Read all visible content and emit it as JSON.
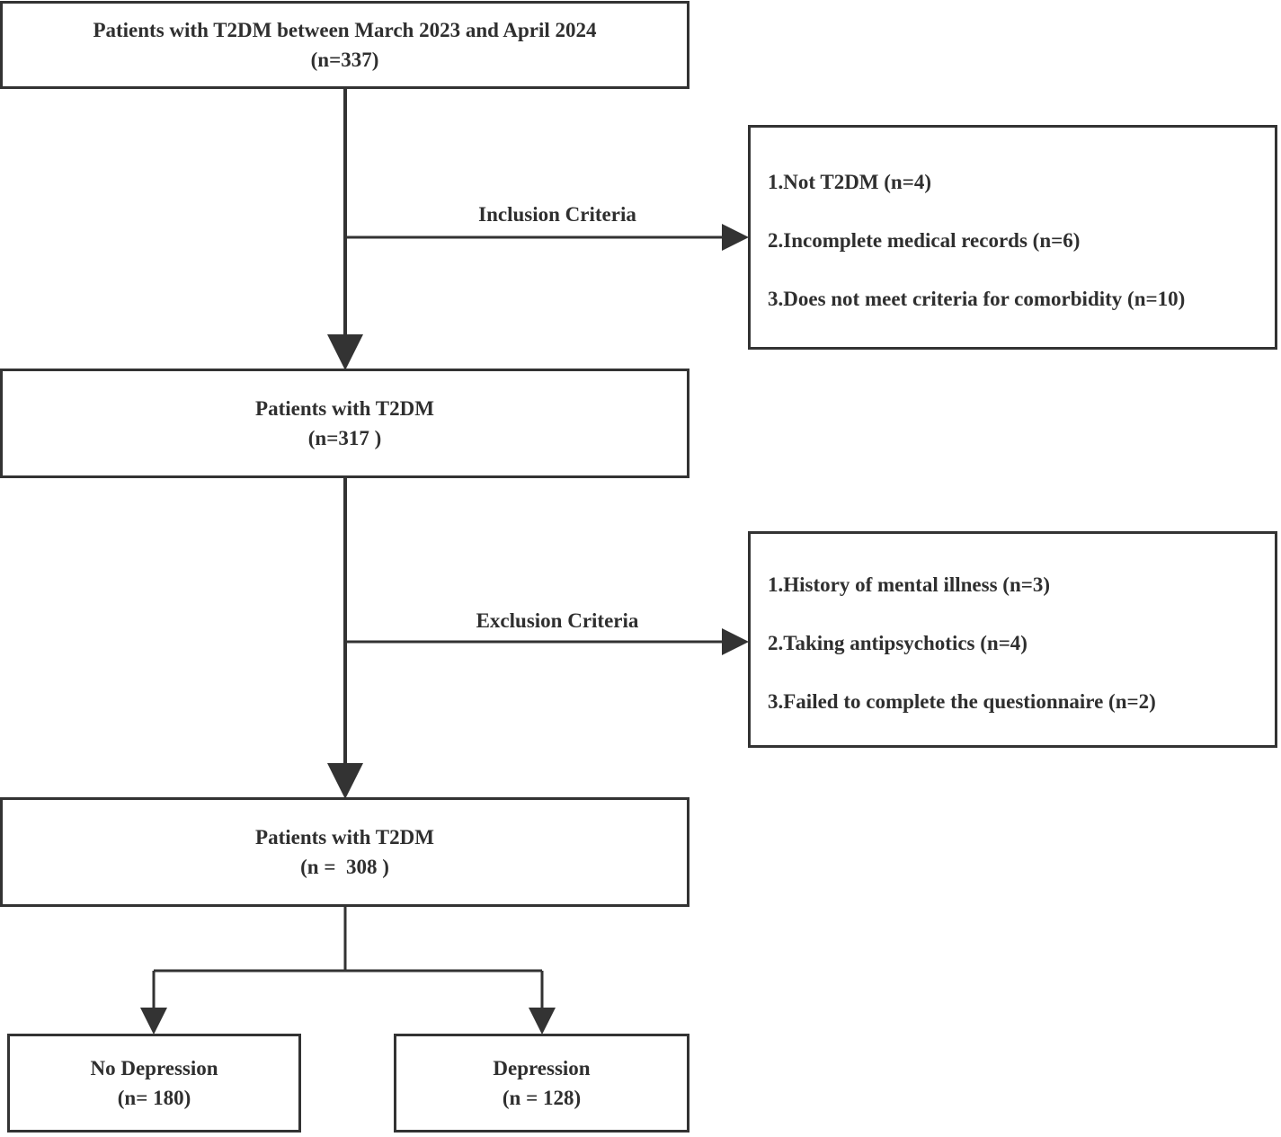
{
  "boxes": {
    "top": {
      "line1": "Patients with T2DM between March 2023 and April 2024",
      "line2": "(n=337)"
    },
    "middle": {
      "line1": "Patients with T2DM",
      "line2": "(n=317 )"
    },
    "final": {
      "line1": "Patients with T2DM",
      "line2": "(n =  308 )"
    },
    "no_depression": {
      "line1": "No Depression",
      "line2": "(n= 180)"
    },
    "depression": {
      "line1": "Depression",
      "line2": "(n = 128)"
    }
  },
  "inclusion": {
    "label": "Inclusion Criteria",
    "items": [
      "1.Not T2DM (n=4)",
      "2.Incomplete medical records (n=6)",
      "3.Does not meet criteria for comorbidity (n=10)"
    ]
  },
  "exclusion": {
    "label": "Exclusion Criteria",
    "items": [
      "1.History of mental illness (n=3)",
      "2.Taking antipsychotics (n=4)",
      "3.Failed to complete the questionnaire (n=2)"
    ]
  },
  "colors": {
    "line": "#333333",
    "text": "#2f2f2f",
    "background": "#ffffff"
  }
}
